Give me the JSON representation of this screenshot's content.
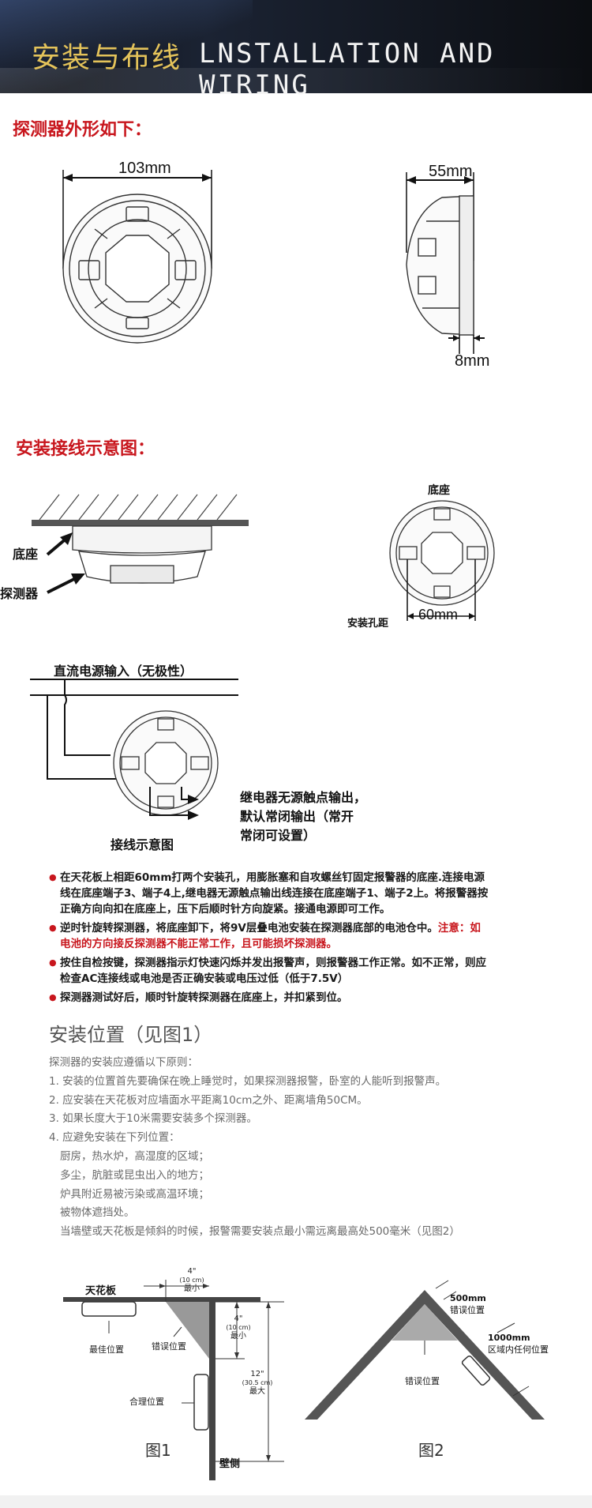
{
  "banner": {
    "title_cn": "安装与布线",
    "title_en": "LNSTALLATION AND WIRING"
  },
  "section_shape": {
    "title": "探测器外形如下：",
    "dim_width": "103mm",
    "dim_height": "55mm",
    "dim_offset": "8mm"
  },
  "section_wiring": {
    "title": "安装接线示意图：",
    "label_base": "底座",
    "label_detector": "探测器",
    "label_base_top": "底座",
    "label_hole_distance": "安装孔距",
    "dim_hole": "60mm",
    "label_dc_input": "直流电源输入（无极性）",
    "label_relay_line1": "继电器无源触点输出，",
    "label_relay_line2": "默认常闭输出（常开",
    "label_relay_line3": "常闭可设置）",
    "label_wiring_diagram": "接线示意图"
  },
  "bullets": [
    {
      "text": "在天花板上相距60mm打两个安装孔，用膨胀塞和自攻螺丝钉固定报警器的底座.连接电源线在底座端子3、端子4上,继电器无源触点输出线连接在底座端子1、端子2上。将报警器按正确方向向扣在底座上，压下后顺时针方向旋紧。接通电源即可工作。",
      "warning": ""
    },
    {
      "text": "逆时针旋转探测器，将底座卸下，将9V层叠电池安装在探测器底部的电池仓中。",
      "warning": "注意：如电池的方向接反探测器不能正常工作，且可能损坏探测器。"
    },
    {
      "text": "按住自检按键，探测器指示灯快速闪烁并发出报警声，则报警器工作正常。如不正常，则应检查AC连接线或电池是否正确安装或电压过低（低于7.5V）",
      "warning": ""
    },
    {
      "text": "探测器测试好后，顺时针旋转探测器在底座上，并扣紧到位。",
      "warning": ""
    }
  ],
  "location": {
    "title": "安装位置（见图1）",
    "intro": "探测器的安装应遵循以下原则：",
    "rules": [
      "1. 安装的位置首先要确保在晚上睡觉时，如果探测器报警，卧室的人能听到报警声。",
      "2. 应安装在天花板对应墙面水平距离10cm之外、距离墙角50CM。",
      "3. 如果长度大于10米需要安装多个探测器。",
      "4. 应避免安装在下列位置："
    ],
    "avoid": [
      "厨房，热水炉，高湿度的区域；",
      "多尘，肮脏或昆虫出入的地方；",
      "炉具附近易被污染或高温环境；",
      "被物体遮挡处。"
    ],
    "note": "当墙壁或天花板是倾斜的时候，报警需要安装点最小需远离最高处500毫米（见图2）"
  },
  "figure1": {
    "label_ceiling": "天花板",
    "label_best": "最佳位置",
    "label_wrong": "错误位置",
    "label_reasonable": "合理位置",
    "label_wall": "壁侧",
    "dim_top_in": "4\"",
    "dim_top_cm": "(10 cm)",
    "dim_top_note": "最小",
    "dim_side_in": "4\"",
    "dim_side_cm": "(10 cm)",
    "dim_side_note": "最小",
    "dim_max_in": "12\"",
    "dim_max_cm": "(30.5 cm)",
    "dim_max_note": "最大",
    "caption": "图1"
  },
  "figure2": {
    "dim_500": "500mm",
    "label_500": "错误位置",
    "dim_1000": "1000mm",
    "label_1000": "区域内任何位置",
    "label_wrong": "错误位置",
    "caption": "图2"
  }
}
